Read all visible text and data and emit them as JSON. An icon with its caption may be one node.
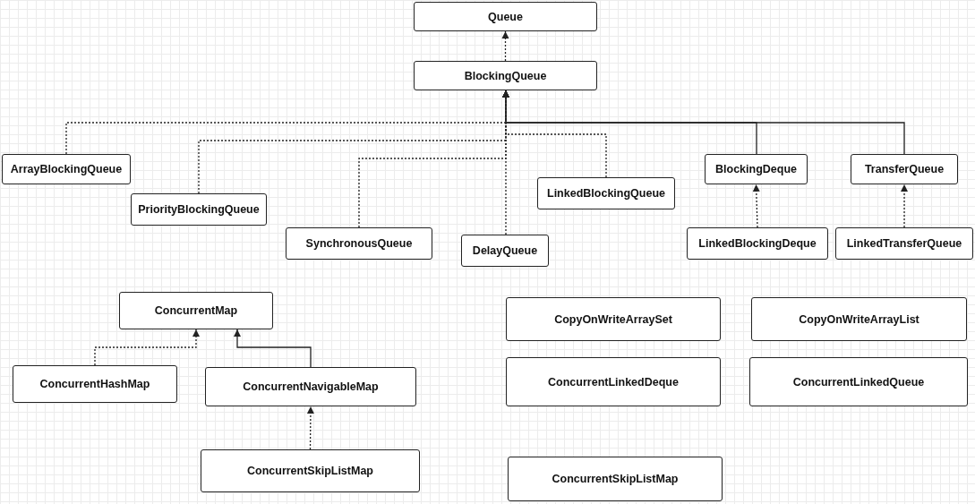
{
  "diagram": {
    "nodes": [
      {
        "text": [
          "Queue"
        ]
      },
      {
        "text": [
          "BlockingQueue"
        ]
      },
      {
        "text": [
          "ArrayBlockingQueue"
        ]
      },
      {
        "text": [
          "PriorityBlockingQueue"
        ]
      },
      {
        "text": [
          "SynchronousQueue"
        ]
      },
      {
        "text": [
          "DelayQueue"
        ]
      },
      {
        "text": [
          "LinkedBlockingQueue"
        ]
      },
      {
        "text": [
          "BlockingDeque"
        ]
      },
      {
        "text": [
          "TransferQueue"
        ]
      },
      {
        "text": [
          "LinkedBlockingDeque"
        ]
      },
      {
        "text": [
          "LinkedTransferQueue"
        ]
      },
      {
        "text": [
          "ConcurrentMap"
        ]
      },
      {
        "text": [
          "ConcurrentHashMap"
        ]
      },
      {
        "text": [
          "ConcurrentNavigableMap"
        ]
      },
      {
        "text": [
          "ConcurrentSkipListMap"
        ]
      },
      {
        "text": [
          "CopyOnWriteArraySet"
        ]
      },
      {
        "text": [
          "CopyOnWriteArrayList"
        ]
      },
      {
        "text": [
          "ConcurrentLinkedDeque"
        ]
      },
      {
        "text": [
          "ConcurrentLinkedQueue"
        ]
      },
      {
        "text": [
          "ConcurrentSkipListMap"
        ]
      }
    ],
    "edges": [
      {
        "from": 1,
        "to": 0,
        "arrow": "to",
        "style": "dashed"
      },
      {
        "from": 2,
        "to": 1,
        "arrow": "to",
        "style": "dashed"
      },
      {
        "from": 3,
        "to": 1,
        "arrow": "to",
        "style": "dashed"
      },
      {
        "from": 4,
        "to": 1,
        "arrow": "to",
        "style": "dashed"
      },
      {
        "from": 5,
        "to": 1,
        "arrow": "to",
        "style": "dashed"
      },
      {
        "from": 6,
        "to": 1,
        "arrow": "to",
        "style": "dashed"
      },
      {
        "from": 7,
        "to": 1,
        "arrow": "to"
      },
      {
        "from": 8,
        "to": 1,
        "arrow": "to"
      },
      {
        "from": 9,
        "to": 7,
        "arrow": "to",
        "style": "dashed"
      },
      {
        "from": 10,
        "to": 8,
        "arrow": "to",
        "style": "dashed"
      },
      {
        "from": 12,
        "to": 11,
        "arrow": "to",
        "style": "dashed"
      },
      {
        "from": 13,
        "to": 11,
        "arrow": "to"
      },
      {
        "from": 14,
        "to": 13,
        "arrow": "to",
        "style": "dashed"
      }
    ]
  }
}
